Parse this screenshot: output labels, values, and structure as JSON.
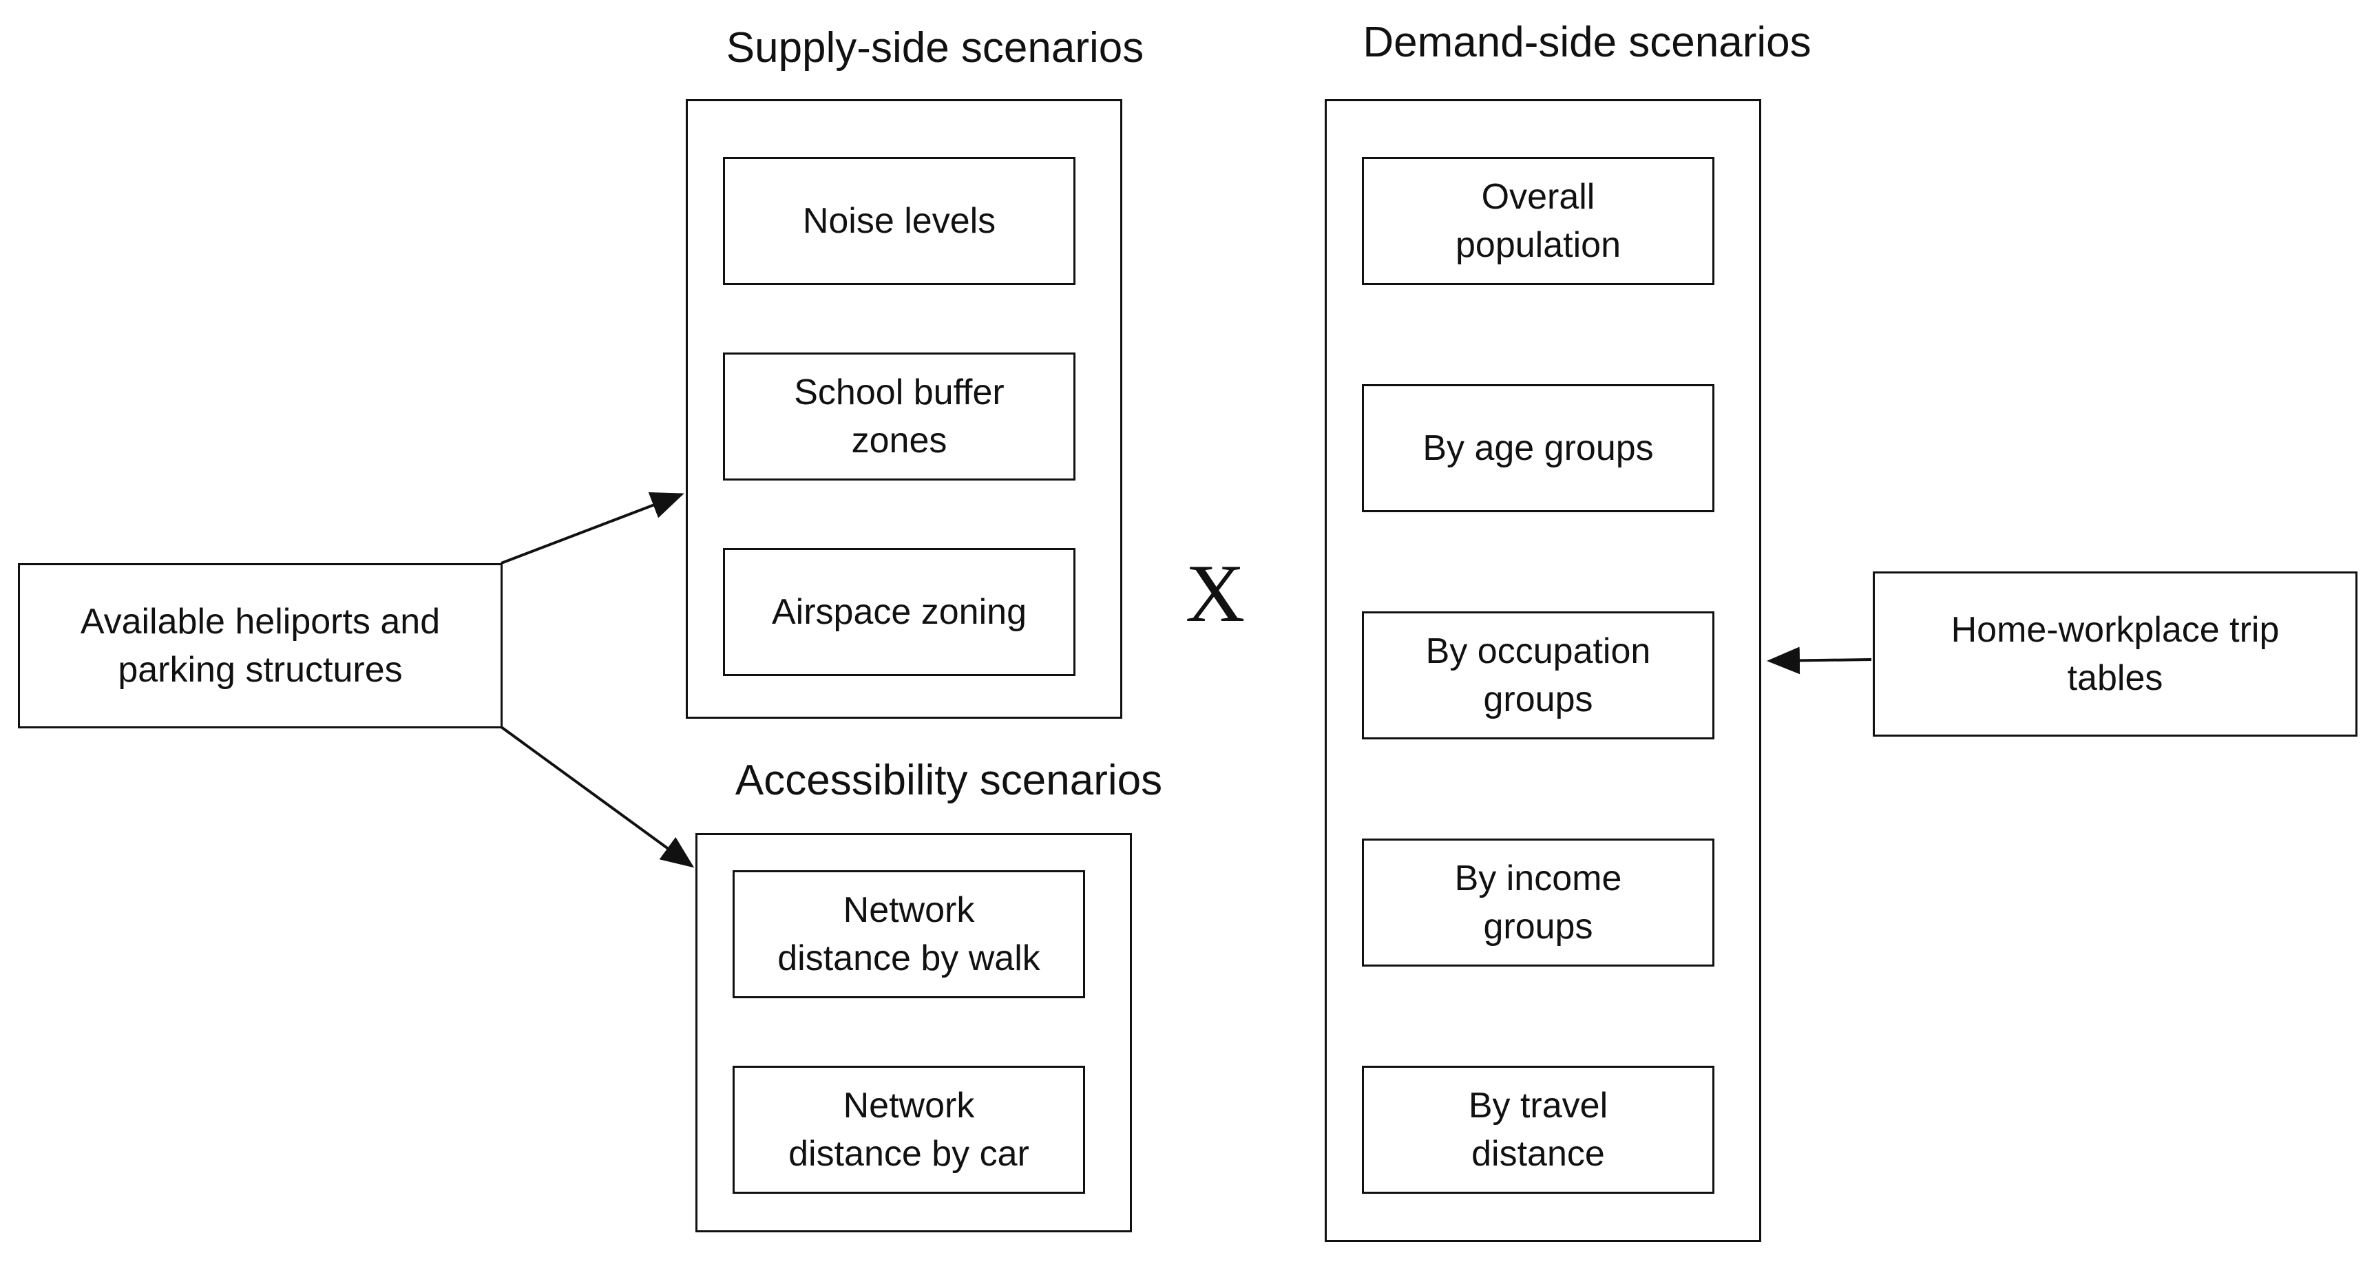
{
  "supply": {
    "title": "Supply-side scenarios",
    "items": [
      "Noise levels",
      "School buffer\nzones",
      "Airspace zoning"
    ]
  },
  "accessibility": {
    "title": "Accessibility scenarios",
    "items": [
      "Network\ndistance by walk",
      "Network\ndistance by car"
    ]
  },
  "demand": {
    "title": "Demand-side scenarios",
    "items": [
      "Overall\npopulation",
      "By age groups",
      "By occupation\ngroups",
      "By income\ngroups",
      "By travel\ndistance"
    ]
  },
  "inputs": {
    "heliports": "Available heliports and\nparking structures",
    "trips": "Home-workplace trip\ntables"
  },
  "operator": "X"
}
